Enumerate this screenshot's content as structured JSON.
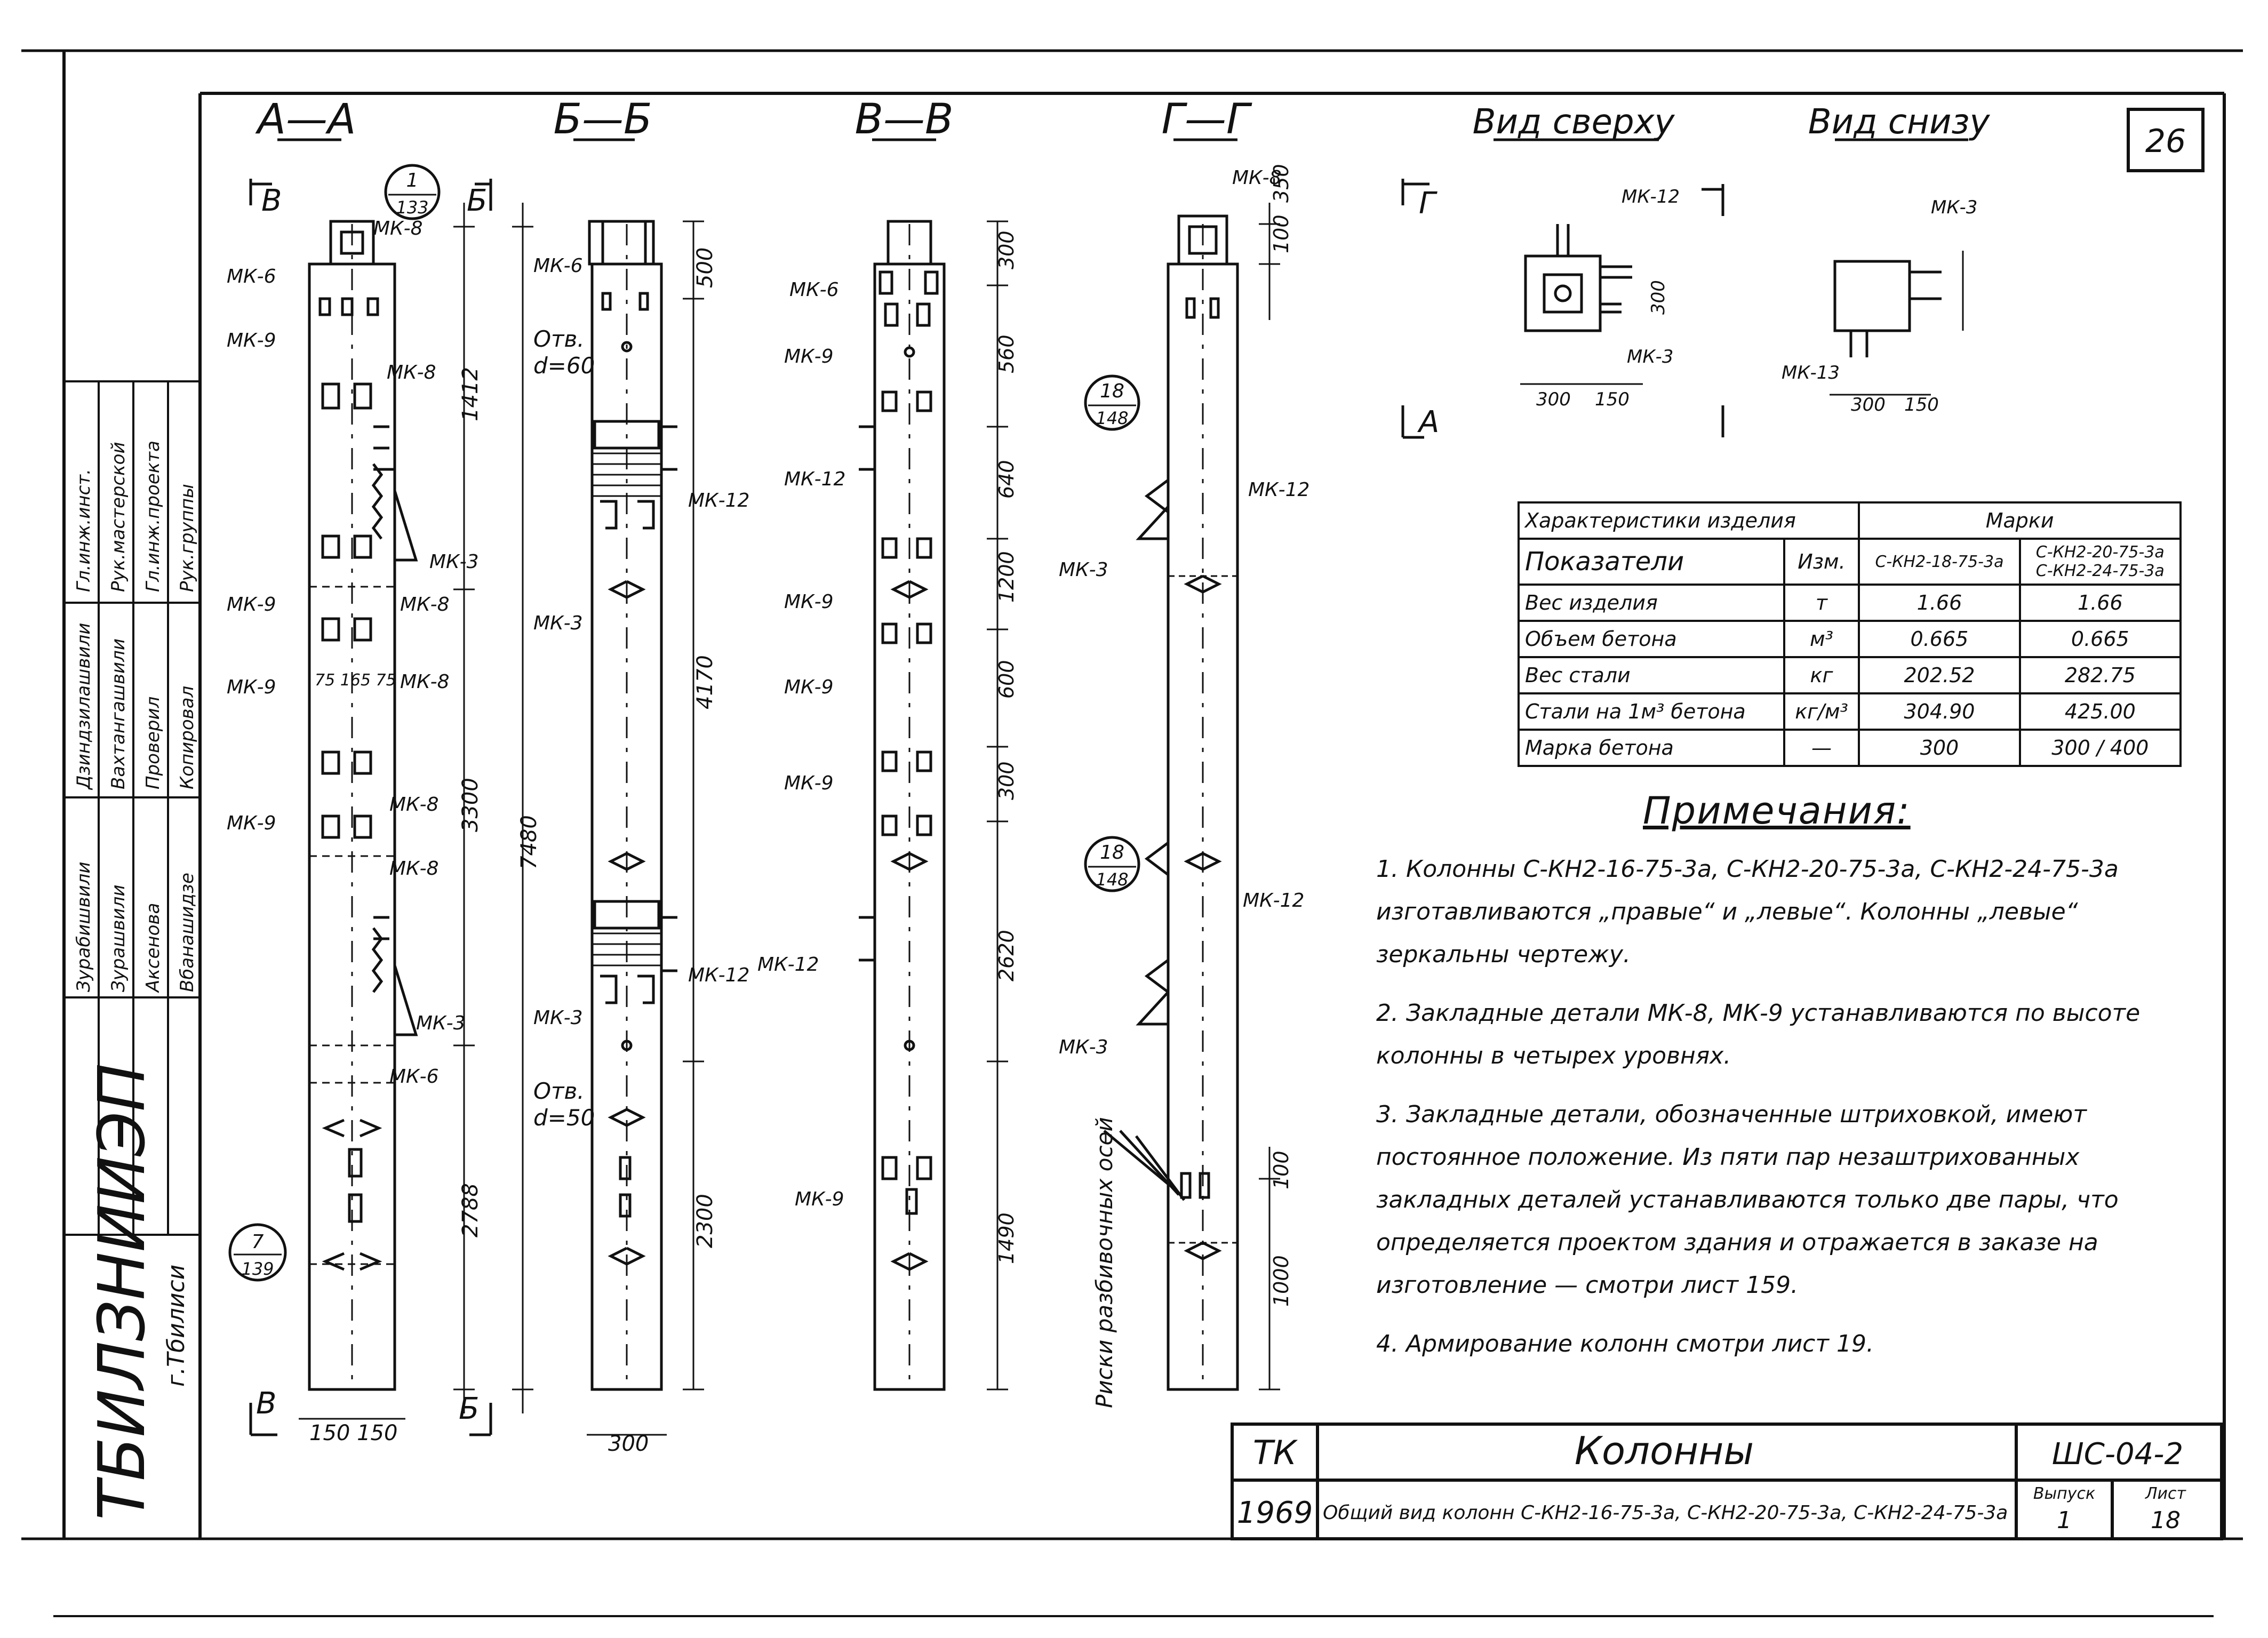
{
  "sheet_number": "26",
  "sections": {
    "a": "А—А",
    "b": "Б—Б",
    "v": "В—В",
    "g": "Г—Г",
    "top_view": "Вид сверху",
    "bottom_view": "Вид снизу"
  },
  "parts": {
    "mk3": "МК-3",
    "mk6": "МК-6",
    "mk8": "МК-8",
    "mk9": "МК-9",
    "mk12": "МК-12",
    "mk13": "МК-13"
  },
  "callouts": {
    "c1_top": "1",
    "c1_bot": "133",
    "c7_top": "7",
    "c7_bot": "139",
    "c18a_top": "18",
    "c18a_bot": "148",
    "c18b_top": "18",
    "c18b_bot": "148"
  },
  "hole_labels": {
    "hole1": "Отв.",
    "hole1_d": "d=60",
    "hole2": "Отв.",
    "hole2_d": "d=50"
  },
  "dimensions": {
    "d1412": "1412",
    "d3300": "3300",
    "d7480": "7480",
    "d2788": "2788",
    "d500": "500",
    "d4170": "4170",
    "d2300": "2300",
    "d300a": "300",
    "d560": "560",
    "d640": "640",
    "d1200": "1200",
    "d600": "600",
    "d300b": "300",
    "d2620": "2620",
    "d1490": "1490",
    "d100": "100",
    "d350": "350",
    "d1000": "1000",
    "w150_150": "150 150",
    "w300": "300",
    "tv300": "300",
    "tv150": "150",
    "tv_v300": "300",
    "bv300": "300",
    "bv150": "150",
    "inner_75": "75 165 75"
  },
  "axes_note": "Риски разбивочных осей",
  "table": {
    "hdr_char": "Характеристики изделия",
    "hdr_marks": "Марки",
    "hdr_ind": "Показатели",
    "hdr_unit": "Изм.",
    "mark1": "С-КН2-18-75-3а",
    "mark2a": "С-КН2-20-75-3а",
    "mark2b": "С-КН2-24-75-3а",
    "rows": [
      {
        "label": "Вес изделия",
        "unit": "т",
        "v1": "1.66",
        "v2": "1.66"
      },
      {
        "label": "Объем бетона",
        "unit": "м³",
        "v1": "0.665",
        "v2": "0.665"
      },
      {
        "label": "Вес стали",
        "unit": "кг",
        "v1": "202.52",
        "v2": "282.75"
      },
      {
        "label": "Стали на 1м³ бетона",
        "unit": "кг/м³",
        "v1": "304.90",
        "v2": "425.00"
      },
      {
        "label": "Марка бетона",
        "unit": "—",
        "v1": "300",
        "v2": "300",
        "v2b": "400"
      }
    ]
  },
  "notes": {
    "title": "Примечания:",
    "items": [
      "1. Колонны С-КН2-16-75-3а, С-КН2-20-75-3а, С-КН2-24-75-3а изготавливаются „правые“ и „левые“. Колонны „левые“ зеркальны чертежу.",
      "2. Закладные детали МК-8, МК-9 устанавливаются по высоте колонны в четырех уровнях.",
      "3. Закладные детали, обозначенные штриховкой, имеют постоянное положение. Из пяти пар незаштрихованных закладных деталей устанавливаются только две пары, что определяется проектом здания и отражается в заказе на изготовление — смотри лист 159.",
      "4. Армирование колонн смотри лист 19."
    ]
  },
  "title_block": {
    "tk": "ТК",
    "year": "1969",
    "name": "Колонны",
    "code": "ШС-04-2",
    "subtitle": "Общий вид колонн С-КН2-16-75-3а, С-КН2-20-75-3а, С-КН2-24-75-3а",
    "vyp_label": "Выпуск",
    "vyp": "1",
    "list_label": "Лист",
    "list": "18"
  },
  "left_stamp": {
    "org": "ТБИЛЗНИИЭП",
    "city": "г.Тбилиси",
    "rows": [
      [
        "Гл.инж.инст.",
        "Дзиндзилашвили",
        "Зурабишвили"
      ],
      [
        "Рук.мастерской",
        "Вахтангашвили",
        "Зурашвили"
      ],
      [
        "Гл.инж.проекта",
        "Проверил",
        "Аксенова"
      ],
      [
        "Рук.группы",
        "Копировал",
        "Вбанашидзе"
      ]
    ]
  }
}
